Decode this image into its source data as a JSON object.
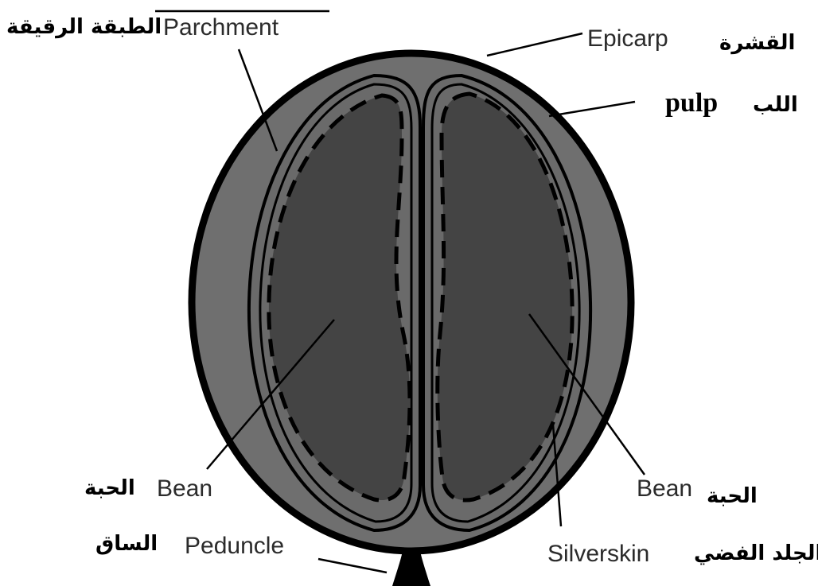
{
  "diagram": {
    "colors": {
      "pulp": "#6f6f6f",
      "bean": "#444444",
      "parchment_gap": "#6a6a6a",
      "outline": "#000000",
      "text": "#2b2b2b"
    },
    "labels": {
      "parchment": {
        "en": "Parchment",
        "ar": "الطبقة الرقيقة"
      },
      "epicarp": {
        "en": "Epicarp",
        "ar": "القشرة"
      },
      "pulp": {
        "en": "pulp",
        "ar": "اللب"
      },
      "bean_left": {
        "en": "Bean",
        "ar": "الحبة"
      },
      "bean_right": {
        "en": "Bean",
        "ar": "الحبة"
      },
      "peduncle": {
        "en": "Peduncle",
        "ar": "الساق"
      },
      "silverskin": {
        "en": "Silverskin",
        "ar": "الجلد الفضي"
      }
    }
  }
}
